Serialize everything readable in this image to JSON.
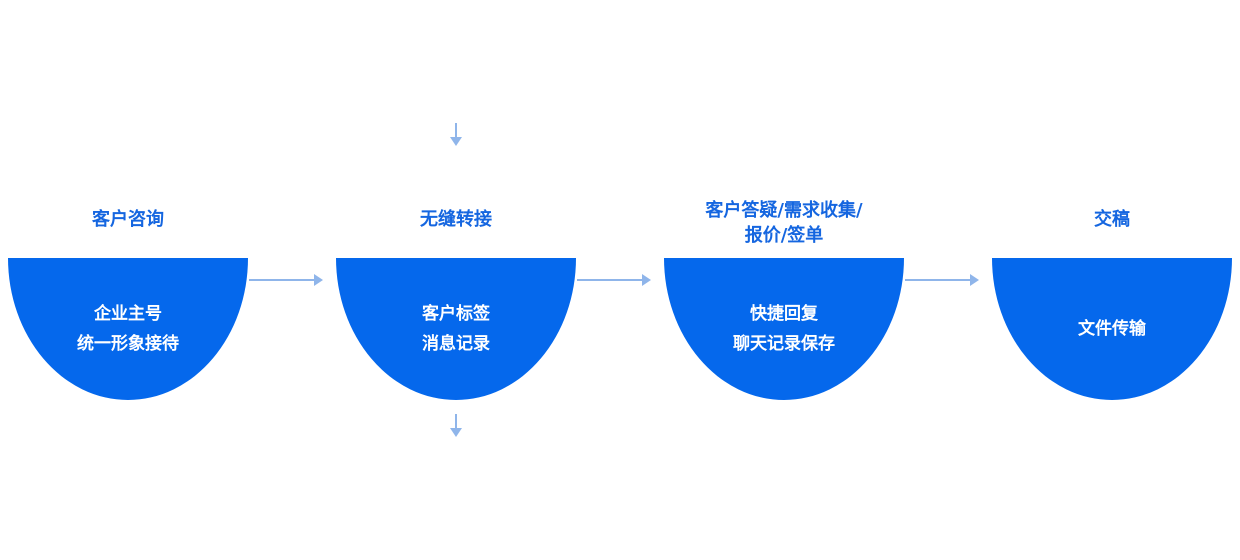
{
  "steps": [
    {
      "title": "客户咨询",
      "lines": [
        "企业主号",
        "统一形象接待"
      ]
    },
    {
      "title": "无缝转接",
      "lines": [
        "客户标签",
        "消息记录"
      ]
    },
    {
      "title_lines": [
        "客户答疑/需求收集/",
        "报价/签单"
      ],
      "lines": [
        "快捷回复",
        "聊天记录保存"
      ]
    },
    {
      "title": "交稿",
      "lines": [
        "文件传输"
      ]
    }
  ],
  "colors": {
    "primary": "#0568ec",
    "title_text": "#1566e0",
    "arrow": "#8fb5ea"
  },
  "icons": [
    "arrow-right-icon",
    "arrow-down-icon"
  ]
}
